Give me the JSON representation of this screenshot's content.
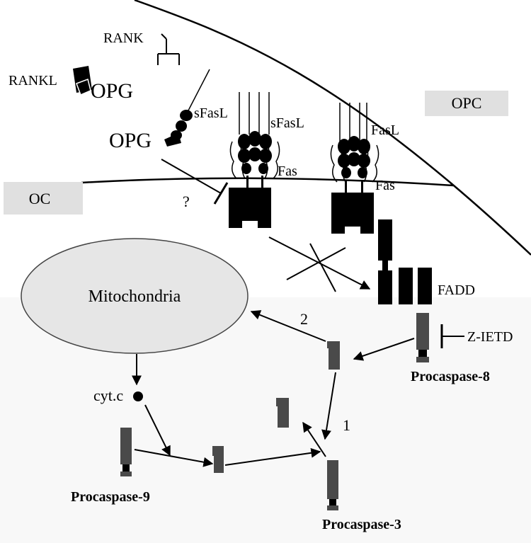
{
  "labels": {
    "rank": "RANK",
    "rankl": "RANKL",
    "opg_top": "OPG",
    "sfasl_left": "sFasL",
    "sfasl_right": "sFasL",
    "fasl": "FasL",
    "opg_mid": "OPG",
    "opc": "OPC",
    "oc": "OC",
    "fas_left": "Fas",
    "fas_right": "Fas",
    "question": "?",
    "fadd": "FADD",
    "mitochondria": "Mitochondria",
    "z_ietd": "Z-IETD",
    "procaspase8": "Procaspase-8",
    "step2": "2",
    "step1": "1",
    "cytc": "cyt.c",
    "procaspase9": "Procaspase-9",
    "procaspase3": "Procaspase-3"
  },
  "colors": {
    "membrane": "#000000",
    "box_fill": "#e0e0e0",
    "mito_fill": "#e6e6e6",
    "caspase": "#4a4a4a",
    "lower_bg": "#f8f8f8"
  }
}
